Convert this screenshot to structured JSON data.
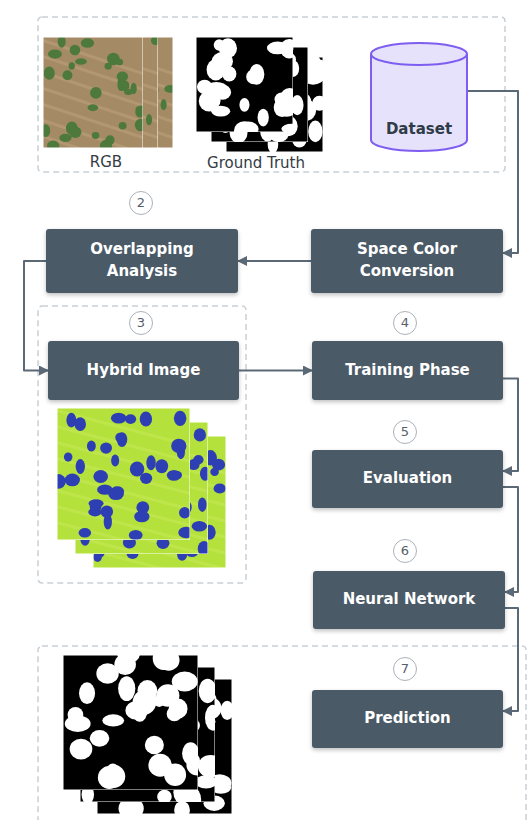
{
  "diagram": {
    "nodes": [
      {
        "text": [
          "Dataset"
        ]
      },
      {
        "text": [
          "Overlapping Analysis"
        ]
      },
      {
        "text": [
          "Space Color Conversion"
        ]
      },
      {
        "text": [
          "Hybrid Image"
        ]
      },
      {
        "text": [
          "Training Phase"
        ]
      },
      {
        "text": [
          "Evaluation"
        ]
      },
      {
        "text": [
          "Neural Network"
        ]
      },
      {
        "text": [
          "Prediction"
        ]
      }
    ],
    "edges": [
      {
        "from": 0,
        "to": 2,
        "arrow": "to"
      },
      {
        "from": 2,
        "to": 1,
        "arrow": "to"
      },
      {
        "from": 1,
        "to": 3,
        "arrow": "to"
      },
      {
        "from": 3,
        "to": 4,
        "arrow": "to"
      },
      {
        "from": 4,
        "to": 5,
        "arrow": "to"
      },
      {
        "from": 5,
        "to": 6,
        "arrow": "to"
      },
      {
        "from": 6,
        "to": 7,
        "arrow": "to"
      }
    ],
    "labels": [
      "RGB",
      "Ground Truth",
      "2",
      "3",
      "4",
      "5",
      "6",
      "7"
    ]
  }
}
